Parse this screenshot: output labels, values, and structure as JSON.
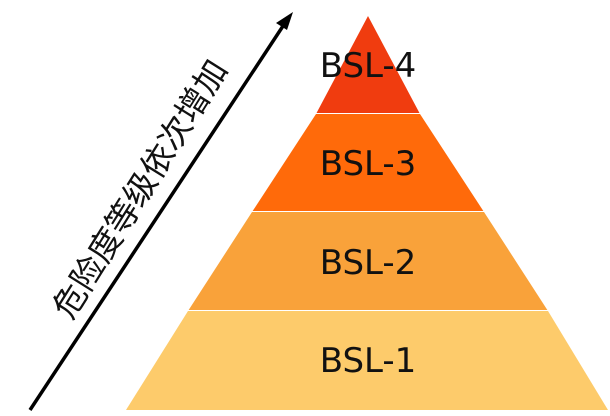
{
  "arrow": {
    "label": "危险度等级依次增加"
  },
  "pyramid": {
    "levels": [
      {
        "label": "BSL-4",
        "color": "#F03C0F"
      },
      {
        "label": "BSL-3",
        "color": "#FF6A0A"
      },
      {
        "label": "BSL-2",
        "color": "#F9A23A"
      },
      {
        "label": "BSL-1",
        "color": "#FDCB6B"
      }
    ],
    "divider_color": "#ffffff"
  }
}
